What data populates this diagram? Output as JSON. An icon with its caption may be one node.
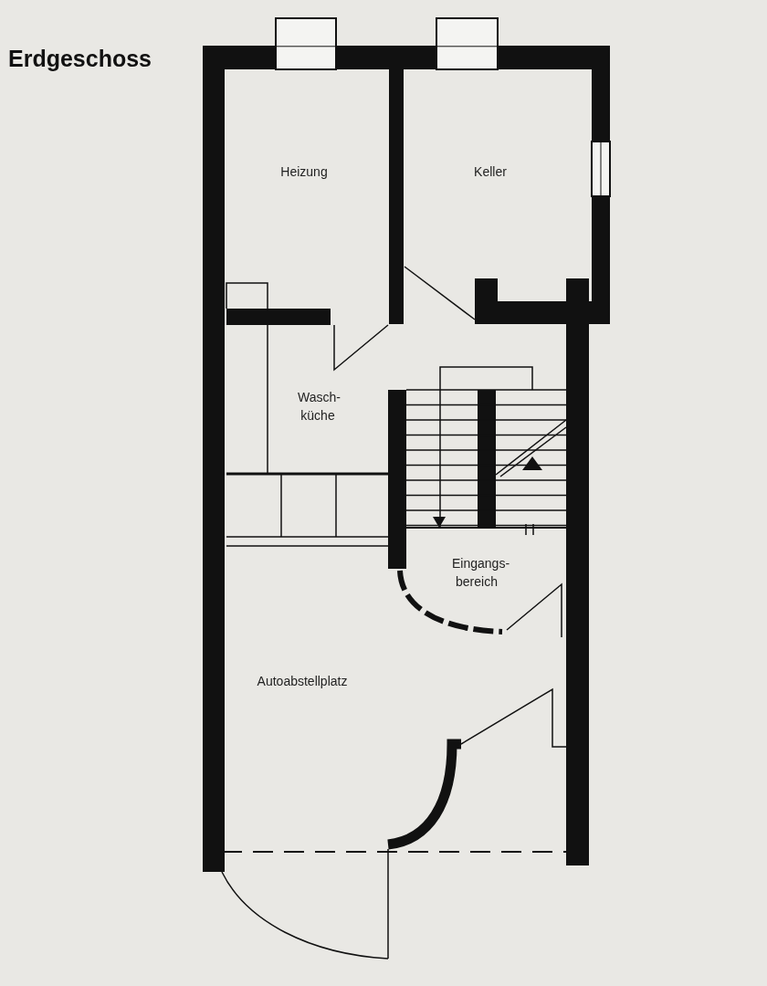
{
  "diagram": {
    "title": "Erdgeschoss",
    "labels": [
      "Heizung",
      "Keller",
      "Wasch- küche",
      "Eingangs- bereich",
      "Autoabstellplatz"
    ]
  }
}
